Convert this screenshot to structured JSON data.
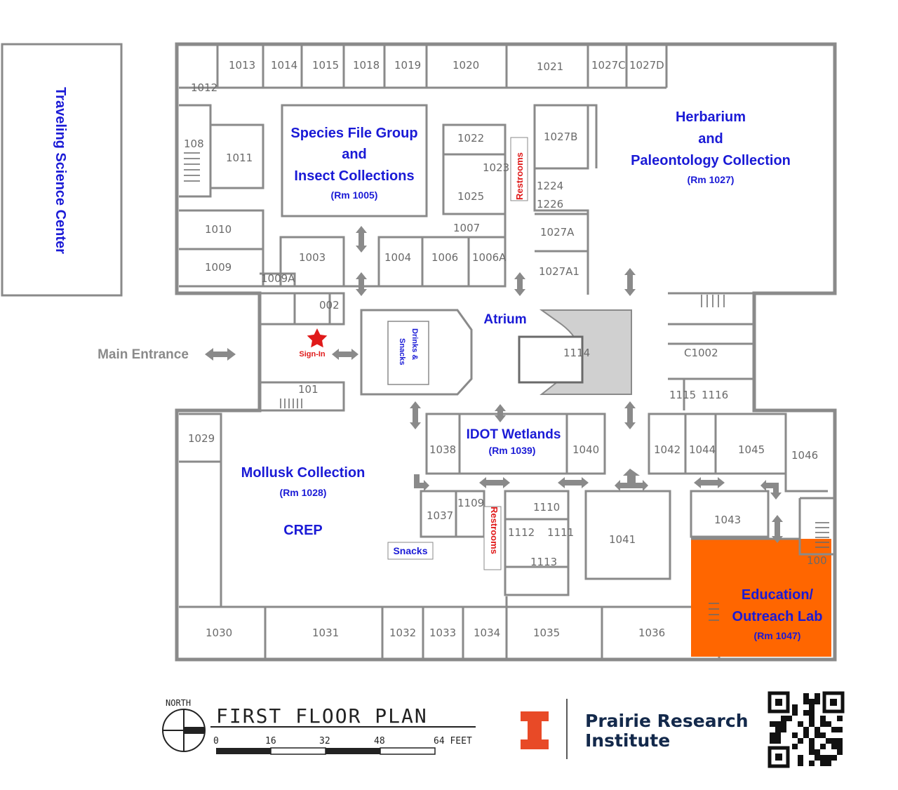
{
  "map": {
    "traveling_center": "Traveling Science Center",
    "main_entrance": "Main Entrance",
    "sign_in": "Sign-In",
    "atrium": "Atrium",
    "drinks_snacks_line1": "Drinks &",
    "drinks_snacks_line2": "Snacks",
    "snacks": "Snacks",
    "restrooms": "Restrooms",
    "species_line1": "Species File Group",
    "species_line2": "and",
    "species_line3": "Insect Collections",
    "species_room": "(Rm 1005)",
    "herbarium_line1": "Herbarium",
    "herbarium_line2": "and",
    "herbarium_line3": "Paleontology Collection",
    "herbarium_room": "(Rm 1027)",
    "idot": "IDOT Wetlands",
    "idot_room": "(Rm 1039)",
    "mollusk": "Mollusk Collection",
    "mollusk_room": "(Rm 1028)",
    "crep": "CREP",
    "education_line1": "Education/",
    "education_line2": "Outreach Lab",
    "education_room": "(Rm 1047)",
    "rooms": [
      "1013",
      "1014",
      "1015",
      "1018",
      "1019",
      "1020",
      "1021",
      "1027C",
      "1027D",
      "1012",
      "108",
      "1011",
      "1022",
      "1023",
      "1025",
      "1027B",
      "1224",
      "1226",
      "1010",
      "1009",
      "1009A",
      "1003",
      "1004",
      "1006",
      "1006A",
      "1007",
      "1027A",
      "1027A1",
      "002",
      "1114",
      "C1002",
      "101",
      "1115",
      "1116",
      "1029",
      "1038",
      "1040",
      "1042",
      "1044",
      "1045",
      "1046",
      "1037",
      "1109",
      "1110",
      "1112",
      "1111",
      "1113",
      "1041",
      "1043",
      "100",
      "1030",
      "1031",
      "1032",
      "1033",
      "1034",
      "1035",
      "1036"
    ],
    "colors": {
      "highlight": "#ff6600",
      "wall": "#8a8a8a",
      "label": "#1a1ad6",
      "alert": "#e01a1a",
      "illinois": "#e84a27"
    }
  },
  "footer": {
    "compass": "NORTH",
    "title": "FIRST FLOOR PLAN",
    "scale_ticks": [
      "0",
      "16",
      "32",
      "48"
    ],
    "scale_end": "64 FEET",
    "org_line1": "Prairie Research",
    "org_line2": "Institute",
    "logo_icon": "illinois-block-i",
    "qr_icon": "qr-code"
  }
}
